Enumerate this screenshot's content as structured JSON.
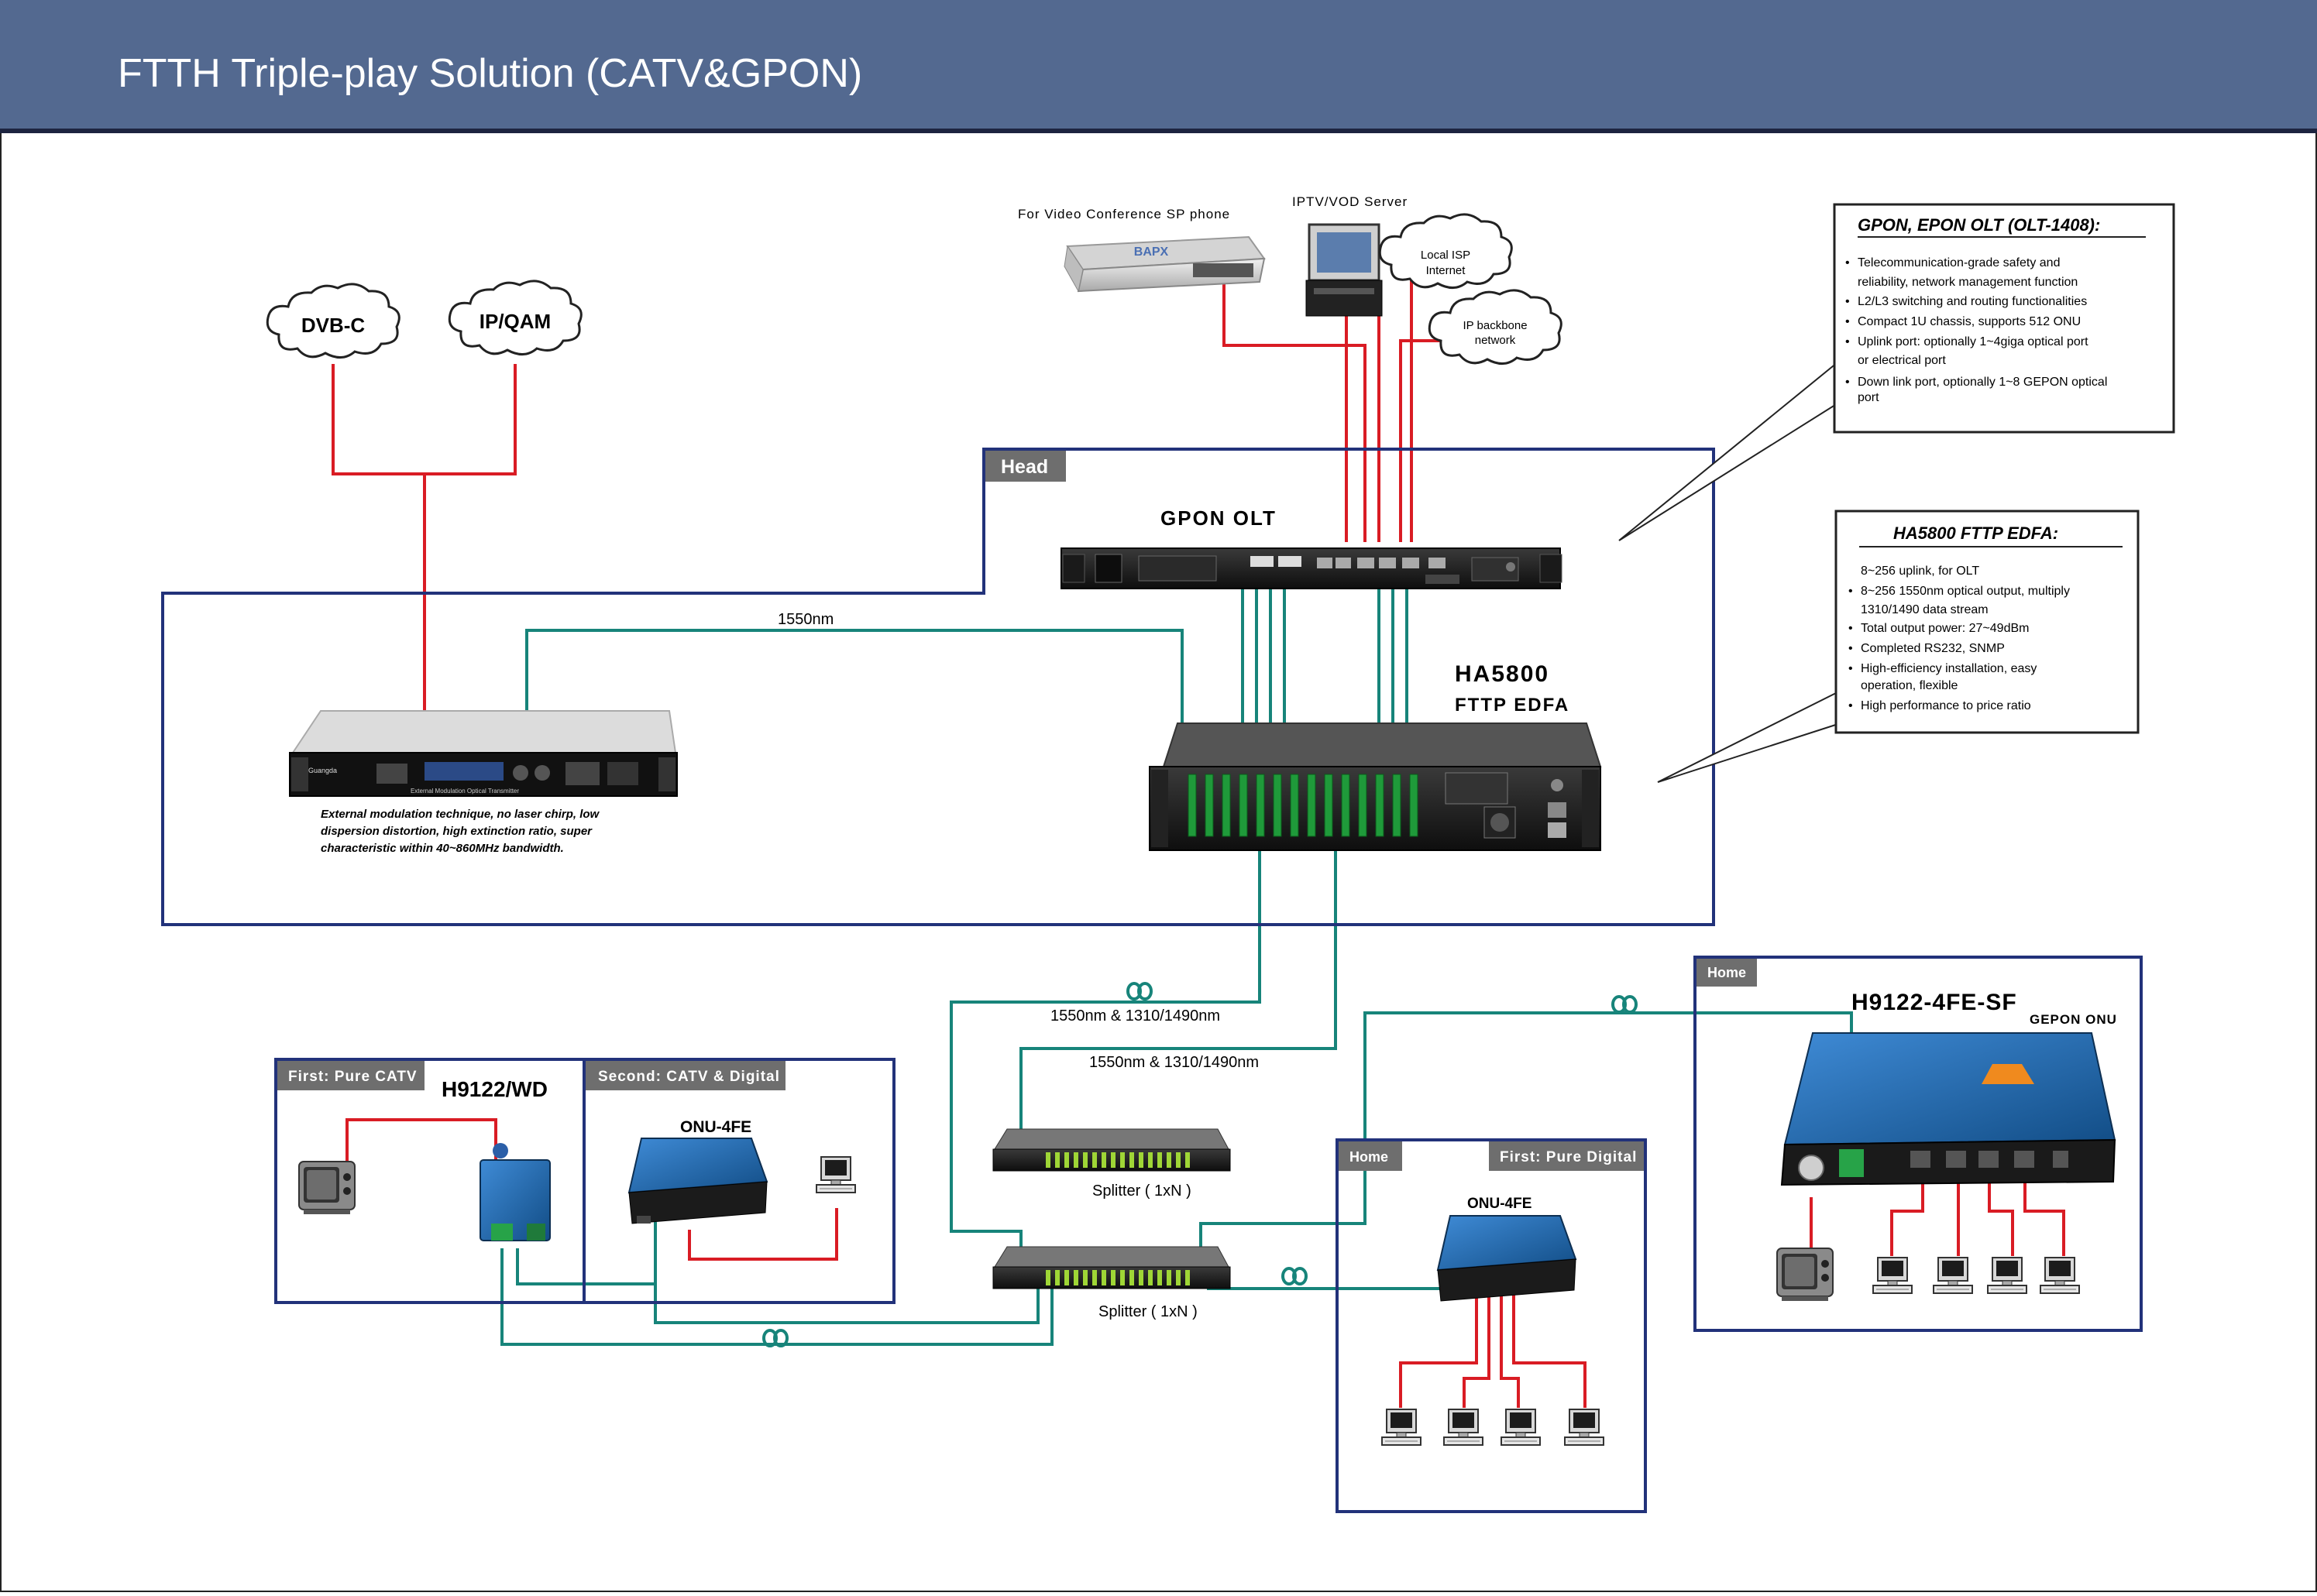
{
  "header": {
    "title": "FTTH Triple-play Solution (CATV&GPON)"
  },
  "sources": {
    "dvbc": "DVB-C",
    "ipqam": "IP/QAM",
    "video_conf": "For Video Conference SP phone",
    "bapx": "BAPX",
    "iptv": "IPTV/VOD Server",
    "local_isp": [
      "Local ISP",
      "Internet"
    ],
    "ip_backbone": [
      "IP backbone",
      "network"
    ]
  },
  "head": {
    "label": "Head",
    "gpon_olt": "GPON OLT",
    "ha5800": "HA5800",
    "fttp_edfa": "FTTP EDFA",
    "wavelength": "1550nm",
    "transmitter_name": "Guangda",
    "transmitter_caption": "External Modulation Optical Transmitter",
    "transmitter_desc": [
      "External modulation technique, no laser chirp, low",
      "dispersion distortion, high extinction ratio, super",
      "characteristic within 40~860MHz bandwidth."
    ]
  },
  "info_olt": {
    "title": "GPON, EPON OLT  (OLT-1408):",
    "bullets": [
      [
        "Telecommunication-grade safety and",
        "reliability, network management function"
      ],
      [
        "L2/L3 switching and routing functionalities"
      ],
      [
        "Compact 1U chassis, supports 512 ONU"
      ],
      [
        "Uplink port: optionally 1~4giga optical port",
        "or electrical port"
      ],
      [
        "Down link port, optionally 1~8 GEPON optical",
        "port"
      ]
    ]
  },
  "info_edfa": {
    "title": "HA5800 FTTP EDFA:",
    "lead": "8~256 uplink, for OLT",
    "bullets": [
      [
        "8~256 1550nm optical output, multiply",
        "1310/1490 data stream"
      ],
      [
        "Total output power: 27~49dBm"
      ],
      [
        "Completed RS232, SNMP"
      ],
      [
        "High-efficiency installation, easy",
        "operation, flexible"
      ],
      [
        "High performance to price ratio"
      ]
    ]
  },
  "fiber_labels": {
    "upper": "1550nm & 1310/1490nm",
    "lower": "1550nm & 1310/1490nm"
  },
  "splitters": {
    "upper": "Splitter ( 1xN )",
    "lower": "Splitter ( 1xN )"
  },
  "homes": {
    "pure_catv": {
      "tab": "First: Pure CATV",
      "model": "H9122/WD"
    },
    "catv_digital": {
      "tab": "Second: CATV & Digital",
      "model": "ONU-4FE"
    },
    "digital": {
      "tab_home": "Home",
      "tab": "First: Pure Digital",
      "model": "ONU-4FE"
    },
    "gpon_onu": {
      "tab_home": "Home",
      "model": "H9122-4FE-SF",
      "sub": "GEPON ONU"
    }
  },
  "colors": {
    "header_bg": "#536990",
    "red_line": "#d91c24",
    "teal_line": "#17847a",
    "frame": "#22327a",
    "tab_bg": "#6e6e6e"
  }
}
